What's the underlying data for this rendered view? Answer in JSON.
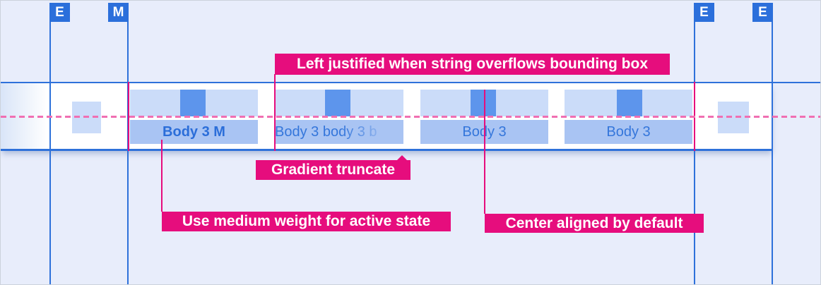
{
  "spacing_markers": [
    {
      "label": "E",
      "side": "left"
    },
    {
      "label": "M",
      "side": "left"
    },
    {
      "label": "E",
      "side": "right"
    },
    {
      "label": "E",
      "side": "right"
    }
  ],
  "tabbar": {
    "tabs": [
      {
        "label": "Body 3 M",
        "state": "active-medium-weight"
      },
      {
        "label": "Body 3 body 3 b",
        "state": "overflow-gradient-truncated"
      },
      {
        "label": "Body 3",
        "state": "default"
      },
      {
        "label": "Body 3",
        "state": "default"
      }
    ]
  },
  "annotations": {
    "left_justified": "Left justified when string overflows bounding box",
    "gradient_truncate": "Gradient truncate",
    "medium_weight": "Use medium weight for active state",
    "center_aligned": "Center aligned by default"
  },
  "colors": {
    "page_background": "#e8edfb",
    "bar_background": "#ffffff",
    "grid_blue": "#2e71da",
    "marker_blue": "#2b6fdb",
    "tab_top_rect": "#cbdcf9",
    "tab_label_rect": "#a9c4f3",
    "icon_square": "#5d95ec",
    "tab_text": "#3476db",
    "active_tab_text": "#2b6ed9",
    "annotation_magenta": "#e60d7d",
    "baseline_pink": "#f06fb2"
  }
}
